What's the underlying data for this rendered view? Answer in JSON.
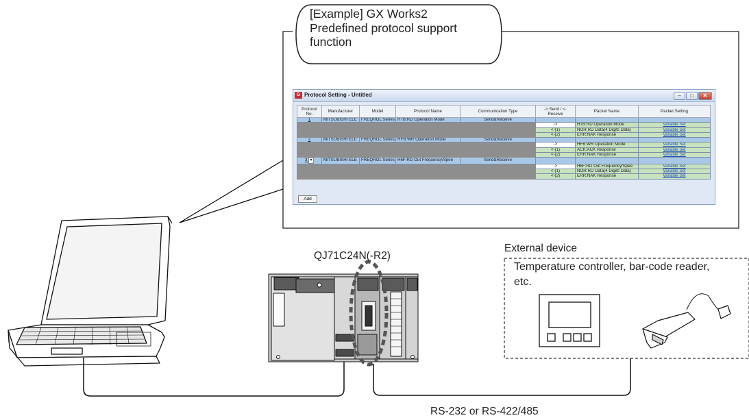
{
  "callout": {
    "lines": [
      "[Example] GX Works2",
      "Predefined protocol support",
      "function"
    ]
  },
  "window": {
    "title": "Protocol Setting - Untitled",
    "columns": [
      "Protocol No.",
      "Manufacturer",
      "Model",
      "Protocol Name",
      "Communication Type",
      "-> Send / <- Receive",
      "Packet Name",
      "Packet Setting"
    ],
    "protocols": [
      {
        "no": "1",
        "manufacturer": "MITSUBISHI ELE",
        "model": "FREQROL Series",
        "name": "H7B:RD Operation Mode",
        "comm_type": "Send&Receive",
        "packets": [
          {
            "dir": "->",
            "name": "H7B:RD Operation Mode",
            "setting": "Variable Set"
          },
          {
            "dir": "<-(1)",
            "name": "NOR:RD Data(4 Digits Data)",
            "setting": "Variable Set"
          },
          {
            "dir": "<-(2)",
            "name": "ERR:NAK Response",
            "setting": "Variable Set"
          }
        ]
      },
      {
        "no": "2",
        "manufacturer": "MITSUBISHI ELE",
        "model": "FREQROL Series",
        "name": "HFB:WR Operation Mode",
        "comm_type": "Send&Receive",
        "packets": [
          {
            "dir": "->",
            "name": "HFB:WR Operation Mode",
            "setting": "Variable Set"
          },
          {
            "dir": "<-(1)",
            "name": "ACK:ACK Response",
            "setting": "Variable Set"
          },
          {
            "dir": "<-(2)",
            "name": "ERR:NAK Response",
            "setting": "Variable Set"
          }
        ]
      },
      {
        "no": "3",
        "manufacturer": "MITSUBISHI ELE",
        "model": "FREQROL Series",
        "name": "H6F:RD Out Frequency/Spee",
        "comm_type": "Send&Receive",
        "packets": [
          {
            "dir": "->",
            "name": "H6F:RD Out Frequency/Spee",
            "setting": "Variable Set"
          },
          {
            "dir": "<-(1)",
            "name": "NOR:RD Data(4 Digits Data)",
            "setting": "Variable Set"
          },
          {
            "dir": "<-(2)",
            "name": "ERR:NAK Response",
            "setting": "Variable Set"
          }
        ]
      }
    ],
    "add_label": "Add"
  },
  "labels": {
    "module": "QJ71C24N(-R2)",
    "external_device": "External device",
    "device_desc_1": "Temperature controller, bar-code reader,",
    "device_desc_2": "etc.",
    "connection": "RS-232 or RS-422/485"
  }
}
